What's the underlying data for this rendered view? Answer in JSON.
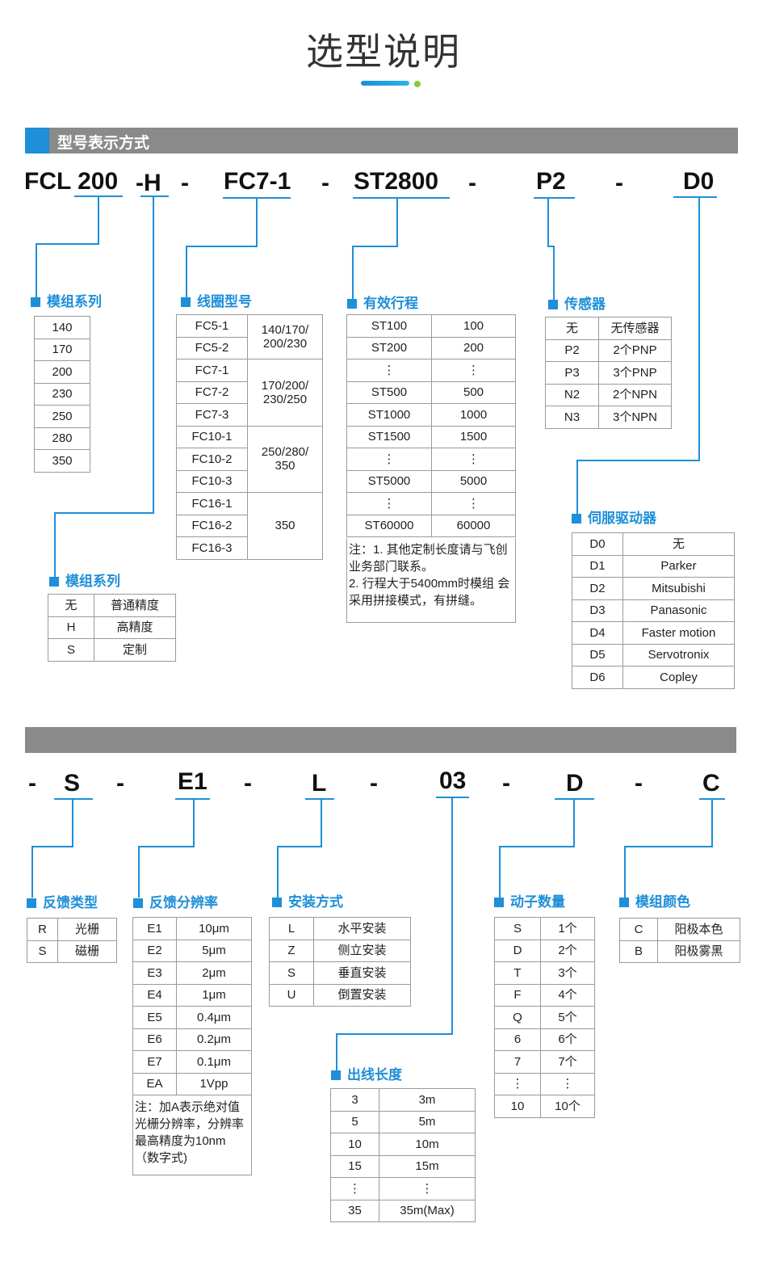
{
  "page_title": "选型说明",
  "section1": {
    "title": "型号表示方式"
  },
  "section2": {
    "title": ""
  },
  "model_code_top": [
    {
      "text": "FCL 200"
    },
    {
      "text": "-H"
    },
    {
      "text": "-"
    },
    {
      "text": "FC7-1"
    },
    {
      "text": "-"
    },
    {
      "text": "ST2800"
    },
    {
      "text": "-"
    },
    {
      "text": "P2"
    },
    {
      "text": "-"
    },
    {
      "text": "D0"
    }
  ],
  "model_code_bottom": [
    {
      "text": "-"
    },
    {
      "text": "S"
    },
    {
      "text": "-"
    },
    {
      "text": "E1"
    },
    {
      "text": "-"
    },
    {
      "text": "L"
    },
    {
      "text": "-"
    },
    {
      "text": "03"
    },
    {
      "text": "-"
    },
    {
      "text": "D"
    },
    {
      "text": "-"
    },
    {
      "text": "C"
    }
  ],
  "module_series": {
    "heading": "模组系列",
    "rows": [
      "140",
      "170",
      "200",
      "230",
      "250",
      "280",
      "350"
    ]
  },
  "coil_model": {
    "heading": "线圈型号",
    "groups": [
      {
        "codes": [
          "FC5-1",
          "FC5-2"
        ],
        "value": "140/170/ 200/230"
      },
      {
        "codes": [
          "FC7-1",
          "FC7-2",
          "FC7-3"
        ],
        "value": "170/200/ 230/250"
      },
      {
        "codes": [
          "FC10-1",
          "FC10-2",
          "FC10-3"
        ],
        "value": "250/280/ 350"
      },
      {
        "codes": [
          "FC16-1",
          "FC16-2",
          "FC16-3"
        ],
        "value": "350"
      }
    ]
  },
  "stroke": {
    "heading": "有效行程",
    "rows": [
      [
        "ST100",
        "100"
      ],
      [
        "ST200",
        "200"
      ],
      [
        "⋮",
        "⋮"
      ],
      [
        "ST500",
        "500"
      ],
      [
        "ST1000",
        "1000"
      ],
      [
        "ST1500",
        "1500"
      ],
      [
        "⋮",
        "⋮"
      ],
      [
        "ST5000",
        "5000"
      ],
      [
        "⋮",
        "⋮"
      ],
      [
        "ST60000",
        "60000"
      ]
    ],
    "note": [
      "注：1. 其他定制长度请与飞创",
      "业务部门联系。",
      "2. 行程大于5400mm时模组 会",
      "采用拼接模式，有拼缝。"
    ]
  },
  "sensor": {
    "heading": "传感器",
    "rows": [
      [
        "无",
        "无传感器"
      ],
      [
        "P2",
        "2个PNP"
      ],
      [
        "P3",
        "3个PNP"
      ],
      [
        "N2",
        "2个NPN"
      ],
      [
        "N3",
        "3个NPN"
      ]
    ]
  },
  "precision": {
    "heading": "模组系列",
    "rows": [
      [
        "无",
        "普通精度"
      ],
      [
        "H",
        "高精度"
      ],
      [
        "S",
        "定制"
      ]
    ]
  },
  "servo": {
    "heading": "伺服驱动器",
    "rows": [
      [
        "D0",
        "无"
      ],
      [
        "D1",
        "Parker"
      ],
      [
        "D2",
        "Mitsubishi"
      ],
      [
        "D3",
        "Panasonic"
      ],
      [
        "D4",
        "Faster motion"
      ],
      [
        "D5",
        "Servotronix"
      ],
      [
        "D6",
        "Copley"
      ]
    ]
  },
  "feedback_type": {
    "heading": "反馈类型",
    "rows": [
      [
        "R",
        "光栅"
      ],
      [
        "S",
        "磁栅"
      ]
    ]
  },
  "resolution": {
    "heading": "反馈分辨率",
    "rows": [
      [
        "E1",
        "10μm"
      ],
      [
        "E2",
        "5μm"
      ],
      [
        "E3",
        "2μm"
      ],
      [
        "E4",
        "1μm"
      ],
      [
        "E5",
        "0.4μm"
      ],
      [
        "E6",
        "0.2μm"
      ],
      [
        "E7",
        "0.1μm"
      ],
      [
        "EA",
        "1Vpp"
      ]
    ],
    "note": [
      "注：加A表示绝对值",
      "光栅分辨率，分辨率",
      "最高精度为10nm",
      "（数字式)"
    ]
  },
  "mounting": {
    "heading": "安装方式",
    "rows": [
      [
        "L",
        "水平安装"
      ],
      [
        "Z",
        "侧立安装"
      ],
      [
        "S",
        "垂直安装"
      ],
      [
        "U",
        "倒置安装"
      ]
    ]
  },
  "cable_length": {
    "heading": "出线长度",
    "rows": [
      [
        "3",
        "3m"
      ],
      [
        "5",
        "5m"
      ],
      [
        "10",
        "10m"
      ],
      [
        "15",
        "15m"
      ],
      [
        "⋮",
        "⋮"
      ],
      [
        "35",
        "35m(Max)"
      ]
    ]
  },
  "mover_count": {
    "heading": "动子数量",
    "rows": [
      [
        "S",
        "1个"
      ],
      [
        "D",
        "2个"
      ],
      [
        "T",
        "3个"
      ],
      [
        "F",
        "4个"
      ],
      [
        "Q",
        "5个"
      ],
      [
        "6",
        "6个"
      ],
      [
        "7",
        "7个"
      ],
      [
        "⋮",
        "⋮"
      ],
      [
        "10",
        "10个"
      ]
    ]
  },
  "color": {
    "heading": "模组颜色",
    "rows": [
      [
        "C",
        "阳极本色"
      ],
      [
        "B",
        "阳极雾黑"
      ]
    ]
  }
}
